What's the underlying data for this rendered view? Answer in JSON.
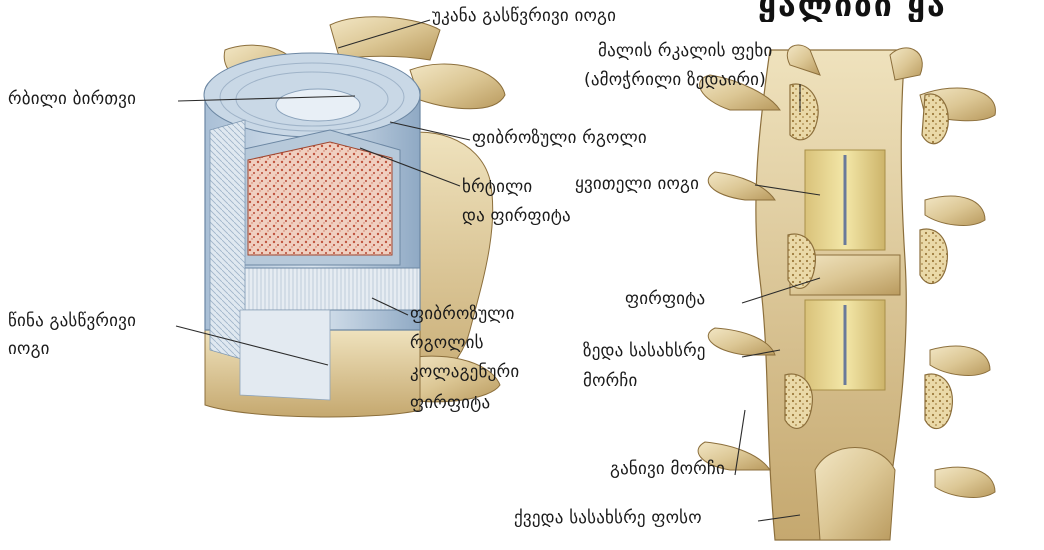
{
  "figure": {
    "truncated_heading": "ყალიზი ყა",
    "labels": {
      "supraspinous_ligament": "უკანა გასწვრივი იოგი",
      "nucleus_pulposus": "რბილი ბირთვი",
      "annulus_fibrosus": "ფიბროზული რგოლი",
      "cartilage_line1": "ხრტილი",
      "cartilage_line2": "და ფირფიტა",
      "anterior_longitudinal_line1": "წინა გასწვრივი",
      "anterior_longitudinal_line2": "იოგი",
      "collagen_line1": "ფიბროზული",
      "collagen_line2": "რგოლის",
      "collagen_line3": "კოლაგენური",
      "collagen_line4": "ფირფიტა",
      "lamina_line1": "მალის რკალის ფეხი",
      "lamina_line2": "(ამოჭრილი ზედაირი)",
      "ligamentum_flavum": "ყვითელი იოგი",
      "plate": "ფირფიტა",
      "superior_articular_line1": "ზედა სასახსრე",
      "superior_articular_line2": "მორჩი",
      "transverse_process": "განივი მორჩი",
      "inferior_articular": "ქვედა სასახსრე ფოსო"
    }
  }
}
